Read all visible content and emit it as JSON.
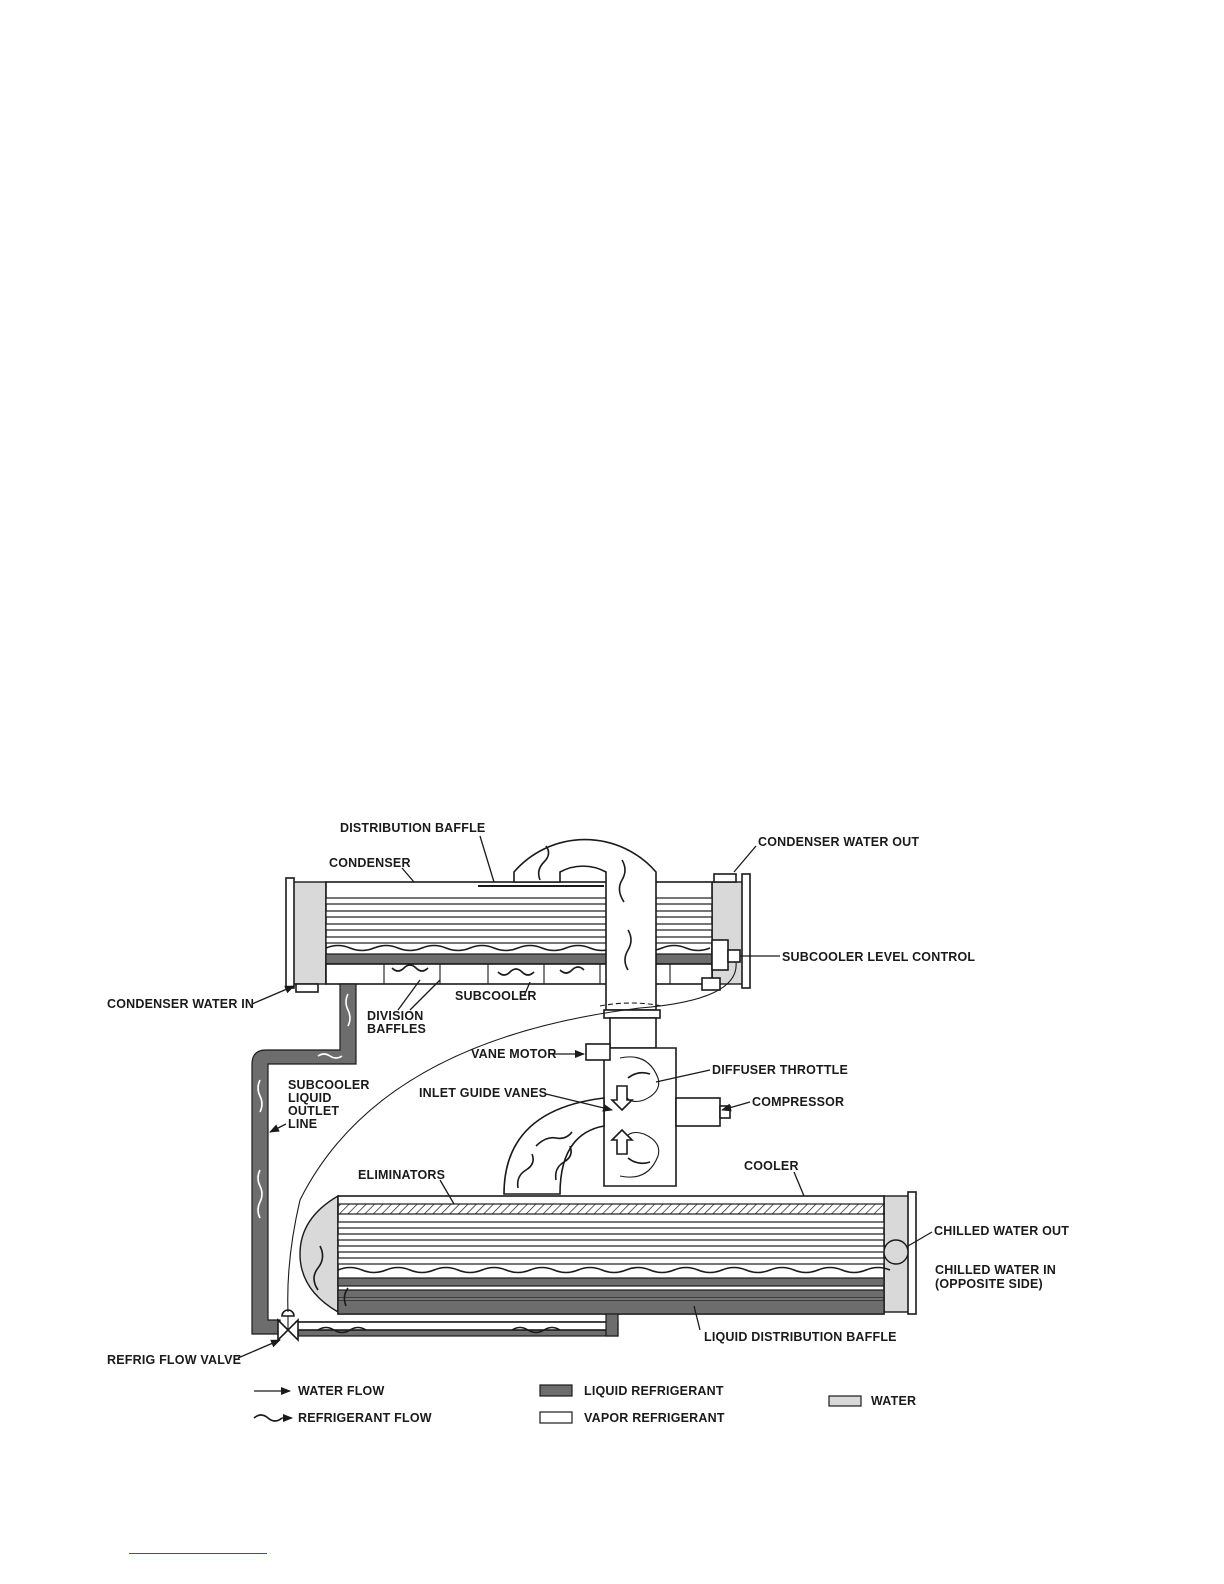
{
  "labels": {
    "distribution_baffle": "DISTRIBUTION BAFFLE",
    "condenser_water_out": "CONDENSER WATER OUT",
    "condenser": "CONDENSER",
    "subcooler_level_control": "SUBCOOLER LEVEL CONTROL",
    "condenser_water_in": "CONDENSER WATER IN",
    "division_baffles": [
      "DIVISION",
      "BAFFLES"
    ],
    "subcooler": "SUBCOOLER",
    "vane_motor": "VANE MOTOR",
    "diffuser_throttle": "DIFFUSER THROTTLE",
    "inlet_guide_vanes": "INLET GUIDE VANES",
    "compressor": "COMPRESSOR",
    "subcooler_liquid_outlet_line": [
      "SUBCOOLER",
      "LIQUID",
      "OUTLET",
      "LINE"
    ],
    "eliminators": "ELIMINATORS",
    "cooler": "COOLER",
    "chilled_water_out": "CHILLED WATER OUT",
    "chilled_water_in": [
      "CHILLED WATER IN",
      "(OPPOSITE SIDE)"
    ],
    "liquid_distribution_baffle": "LIQUID DISTRIBUTION BAFFLE",
    "refrig_flow_valve": "REFRIG FLOW VALVE"
  },
  "legend": {
    "water_flow": "WATER FLOW",
    "refrigerant_flow": "REFRIGERANT FLOW",
    "liquid_refrigerant": "LIQUID REFRIGERANT",
    "vapor_refrigerant": "VAPOR REFRIGERANT",
    "water": "WATER"
  },
  "colors": {
    "liquid_refrigerant": "#6d6d6d",
    "vapor_refrigerant": "#ffffff",
    "water": "#d9d9d9",
    "link_underline": "#2f4fb5"
  }
}
